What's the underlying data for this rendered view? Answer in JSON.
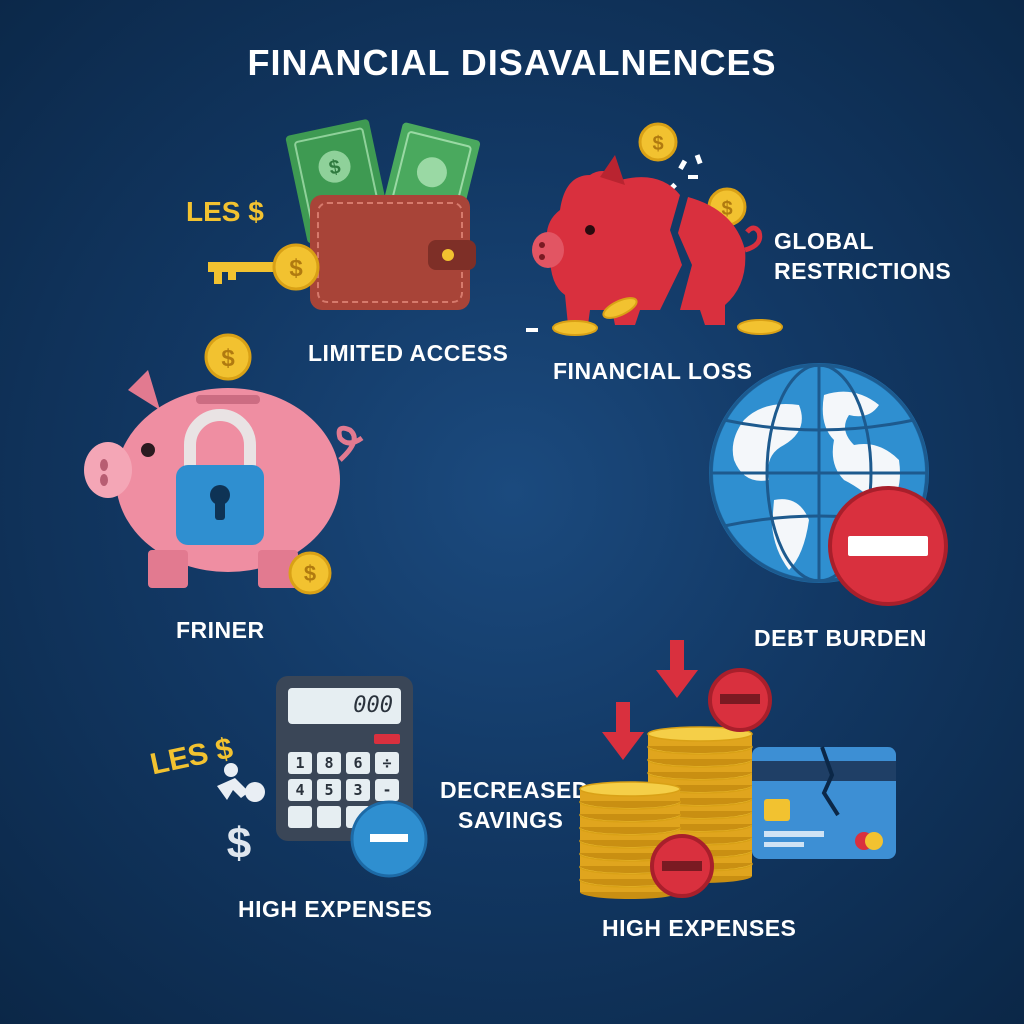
{
  "title": "FINANCIAL DISAVALNENCES",
  "labels": {
    "limited_access": "LIMITED ACCESS",
    "financial_loss": "FINANCIAL LOSS",
    "global_restrictions_line1": "GLOBAL",
    "global_restrictions_line2": "RESTRICTIONS",
    "friner": "FRINER",
    "debt_burden": "DEBT BURDEN",
    "decreased_savings_line1": "DECREASED",
    "decreased_savings_line2": "SAVINGS",
    "high_expenses_left": "HIGH EXPENSES",
    "high_expenses_right": "HIGH EXPENSES",
    "les_top": "LES $",
    "les_bottom": "LES $",
    "calculator_display": "000",
    "calculator_keys": [
      "1",
      "8",
      "6",
      "÷",
      "4",
      "5",
      "3",
      "-"
    ]
  },
  "icons": [
    "wallet-icon",
    "key-icon",
    "broken-piggy-bank-icon",
    "locked-piggy-bank-icon",
    "globe-icon",
    "no-entry-icon",
    "calculator-icon",
    "minus-icon",
    "coin-stack-icon",
    "down-arrow-icon",
    "broken-credit-card-icon",
    "dollar-icon"
  ],
  "colors": {
    "background": "#123864",
    "text": "#ffffff",
    "accent_gold": "#f2c230",
    "red": "#d9303e",
    "pink": "#ef8ea2",
    "blue": "#2f8fd0"
  }
}
